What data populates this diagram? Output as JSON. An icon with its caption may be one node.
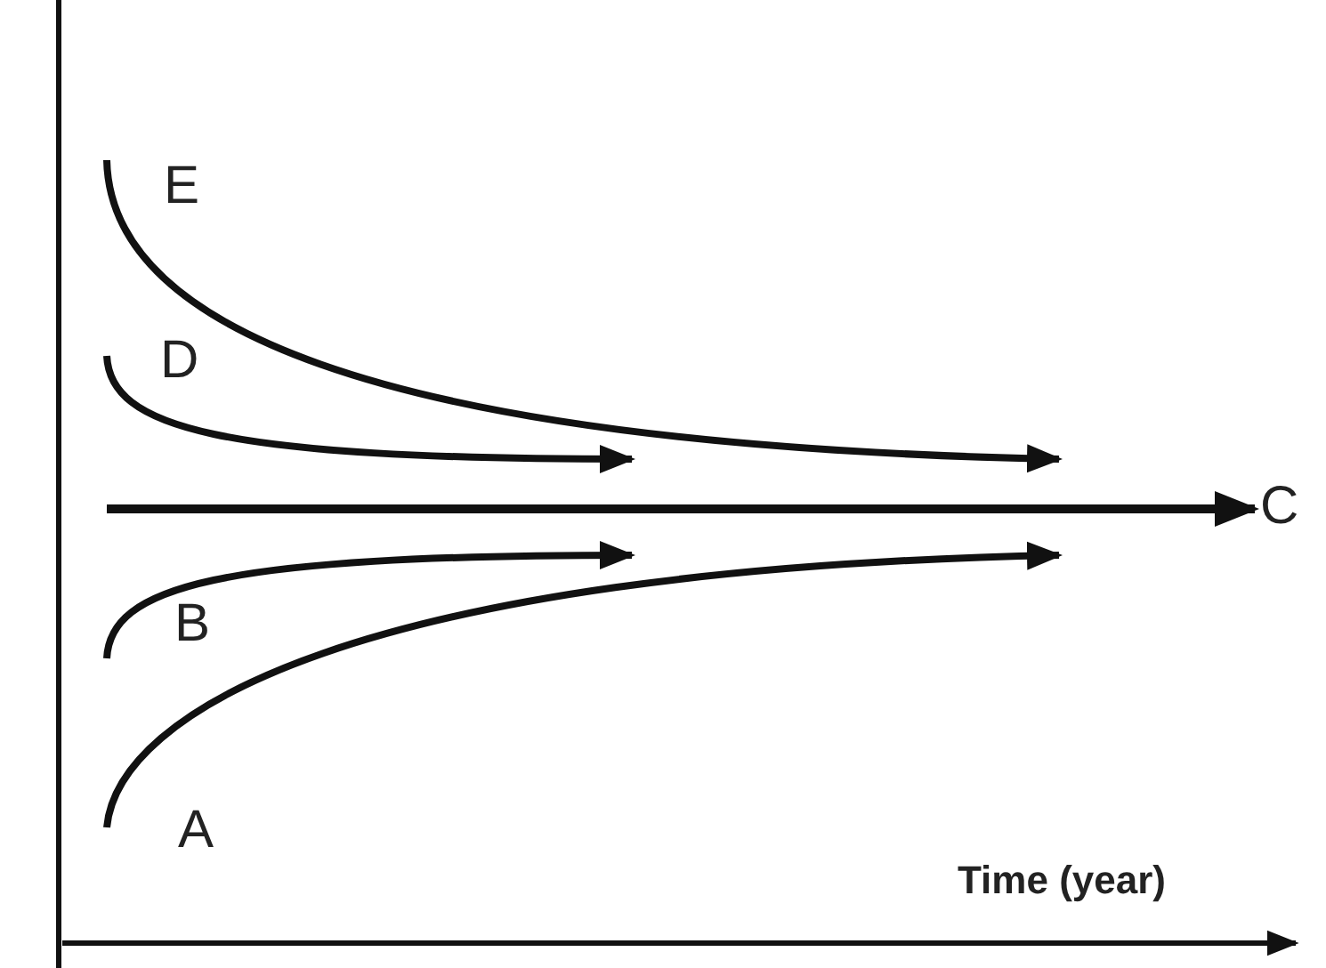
{
  "diagram": {
    "labels": [
      "E",
      "D",
      "C",
      "B",
      "A",
      "Time (year)"
    ]
  }
}
